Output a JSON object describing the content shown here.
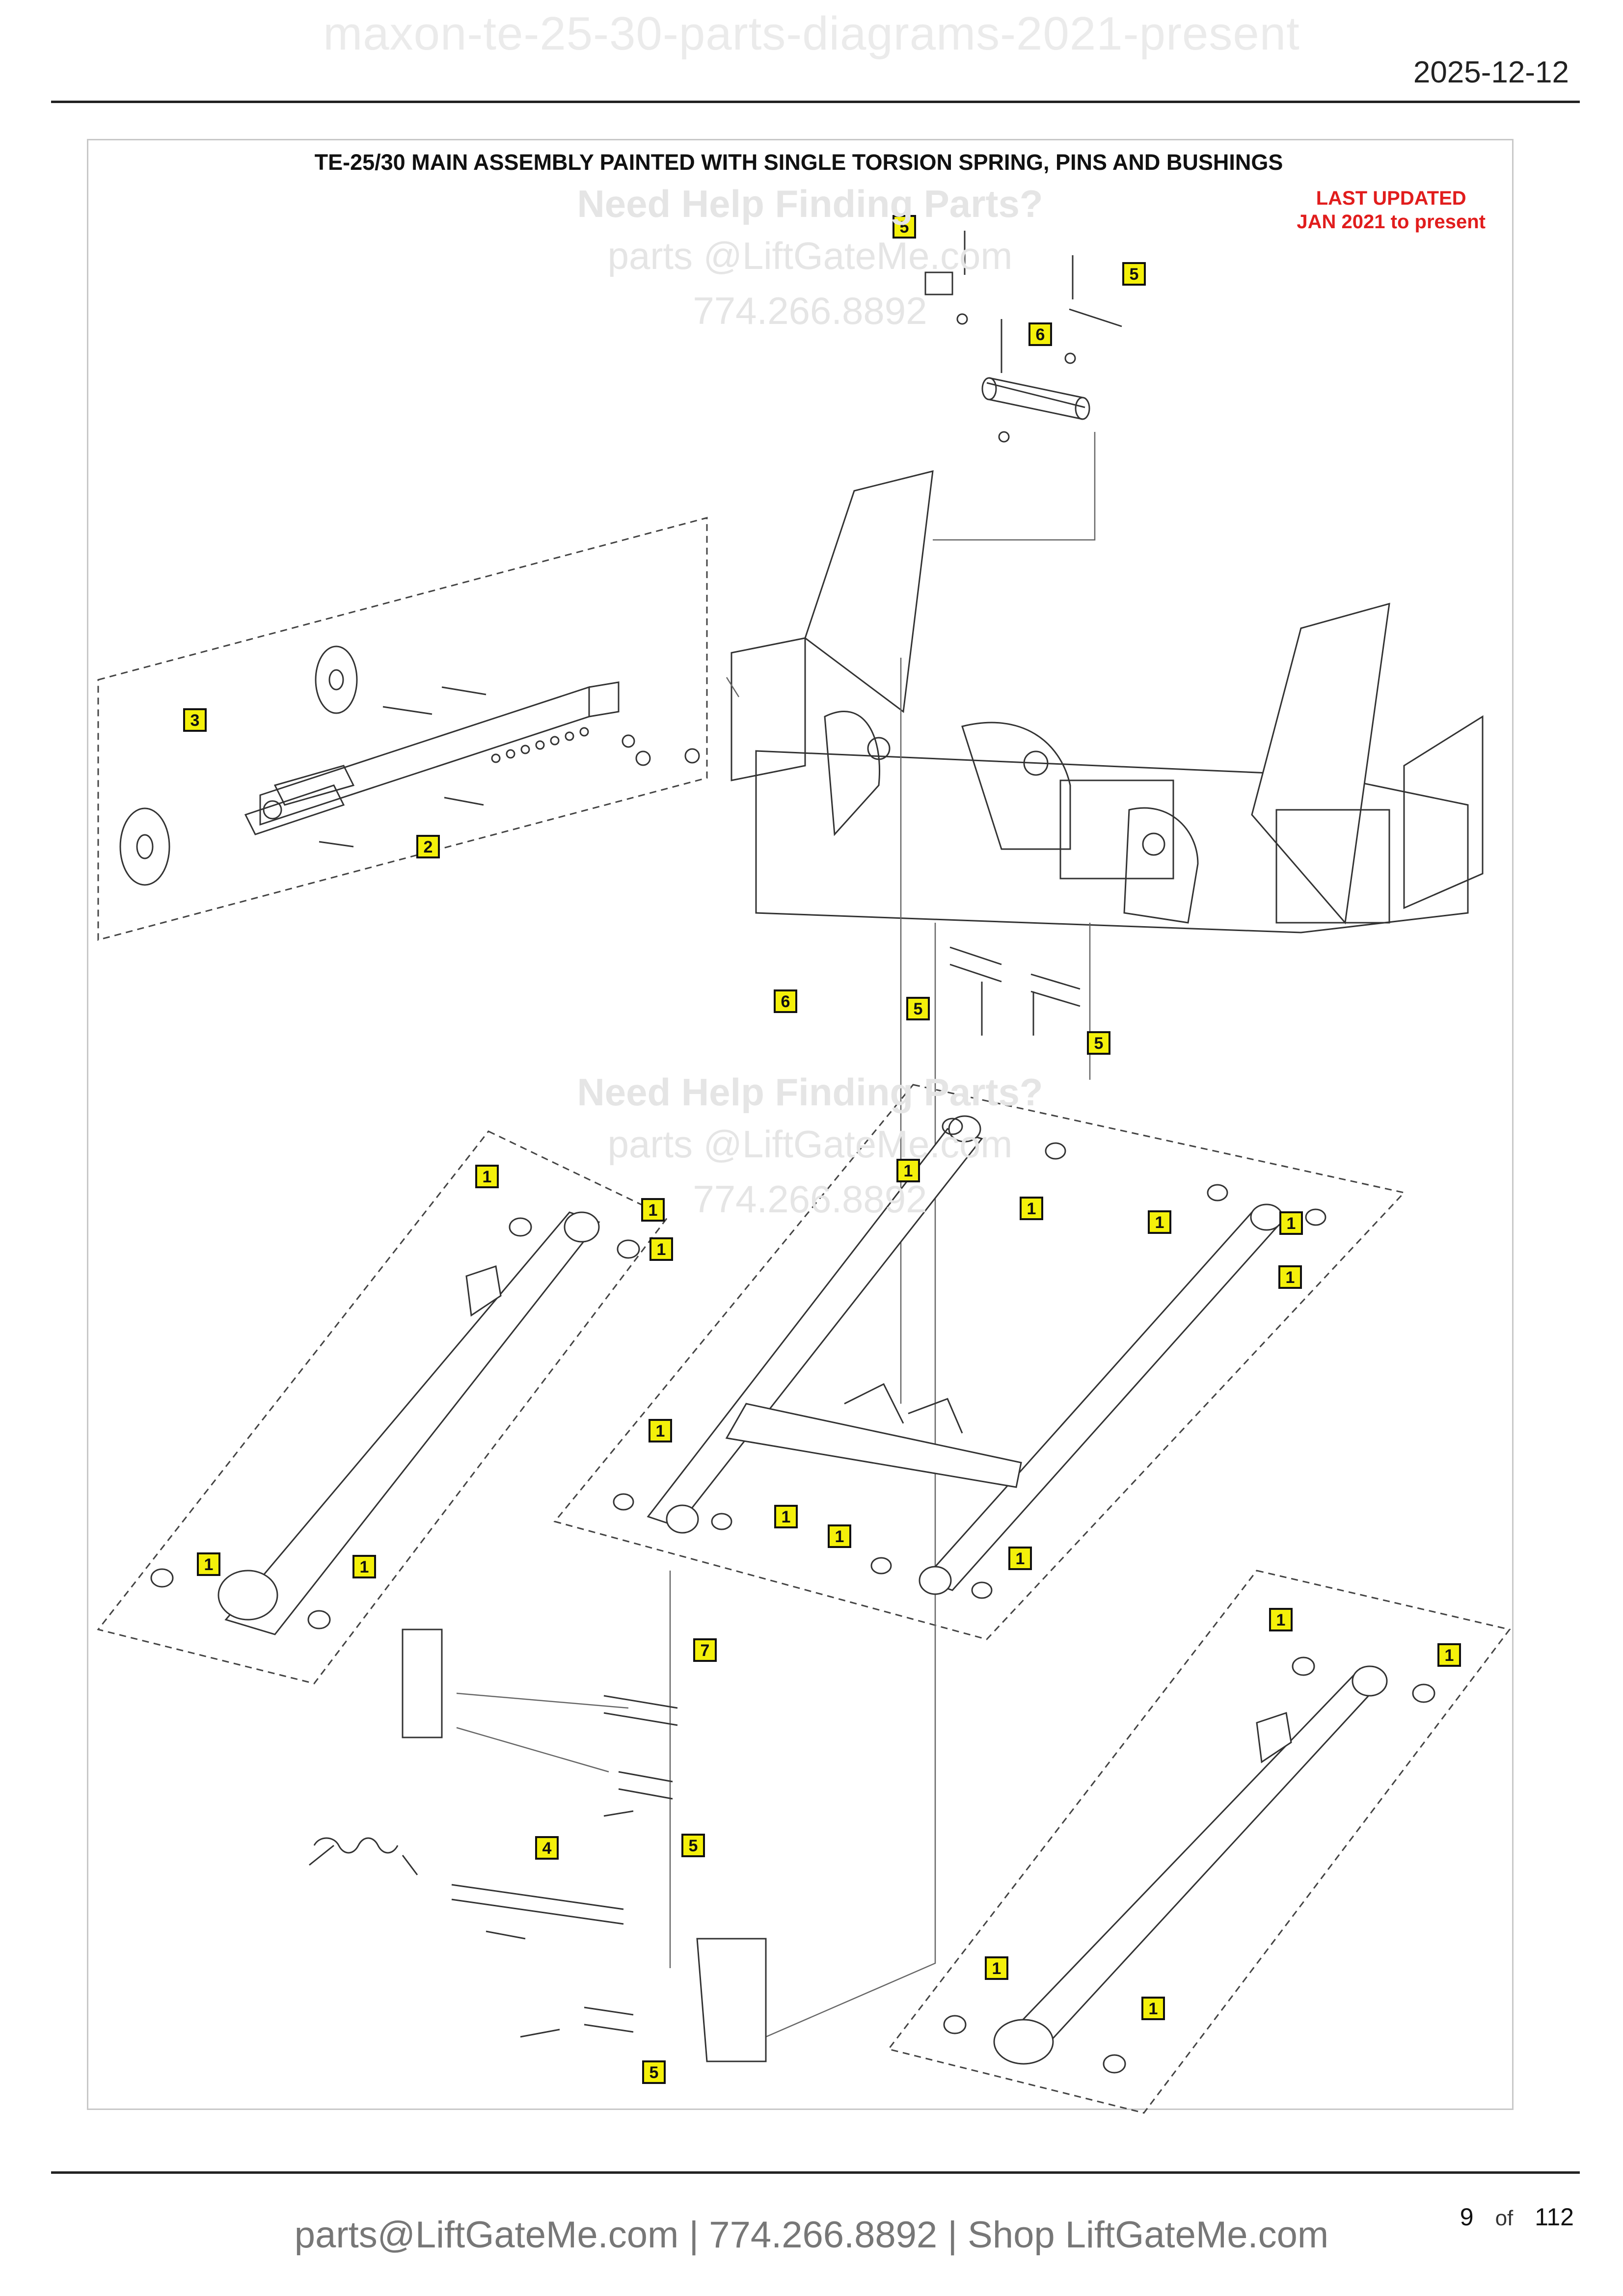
{
  "header": {
    "document_name": "maxon-te-25-30-parts-diagrams-2021-present",
    "date": "2025-12-12"
  },
  "diagram": {
    "title": "TE-25/30 MAIN ASSEMBLY PAINTED WITH SINGLE TORSION SPRING, PINS AND BUSHINGS",
    "last_updated_line1": "LAST UPDATED",
    "last_updated_line2": "JAN 2021 to present",
    "callouts": [
      "5",
      "5",
      "6",
      "3",
      "2",
      "5",
      "5",
      "6",
      "1",
      "1",
      "1",
      "1",
      "1",
      "1",
      "1",
      "1",
      "1",
      "1",
      "1",
      "1",
      "1",
      "1",
      "1",
      "1",
      "1",
      "1",
      "7",
      "5",
      "4",
      "5"
    ]
  },
  "watermark": {
    "heading": "Need Help Finding Parts?",
    "email": "parts @LiftGateMe.com",
    "phone": "774.266.8892"
  },
  "footer": {
    "contact": "parts@LiftGateMe.com | 774.266.8892 | Shop LiftGateMe.com",
    "page_current": "9",
    "page_of": "of",
    "page_total": "112"
  },
  "colors": {
    "callout_fill": "#f4f00a",
    "update_red": "#e11d1d",
    "watermark_gray": "#e5e5e5"
  }
}
